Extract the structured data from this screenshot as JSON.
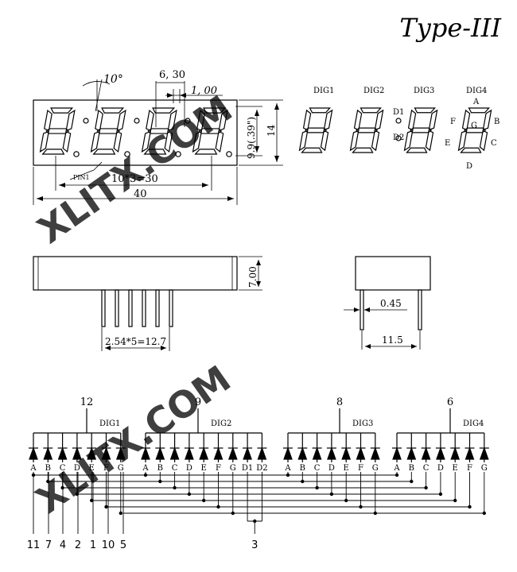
{
  "title": "Type-III",
  "watermark": "XLITX.COM",
  "front_view": {
    "angle": "10°",
    "dim_6_30": "6, 30",
    "dim_1_00": "1, 00",
    "dim_9_9": "9.9(.39\")",
    "dim_14": "14",
    "pin1": "PIN1",
    "pitch": "10*3=30",
    "width": "40"
  },
  "segment_view": {
    "digits": [
      "DIG1",
      "DIG2",
      "DIG3",
      "DIG4"
    ],
    "dot_labels": [
      "D1",
      "D2"
    ],
    "segments": [
      "A",
      "B",
      "C",
      "D",
      "E",
      "F",
      "G"
    ]
  },
  "side_view": {
    "height": "7.00",
    "pin_span": "2.54*5=12.7"
  },
  "end_view": {
    "pin_width": "0.45",
    "depth": "11.5"
  },
  "schematic": {
    "common_pins": [
      "12",
      "9",
      "8",
      "6"
    ],
    "digit_labels": [
      "DIG1",
      "DIG2",
      "DIG3",
      "DIG4"
    ],
    "group_labels": [
      [
        "A",
        "B",
        "C",
        "D",
        "E",
        "F",
        "G"
      ],
      [
        "A",
        "B",
        "C",
        "D",
        "E",
        "F",
        "G",
        "D1",
        "D2"
      ],
      [
        "A",
        "B",
        "C",
        "D",
        "E",
        "F",
        "G"
      ],
      [
        "A",
        "B",
        "C",
        "D",
        "E",
        "F",
        "G"
      ]
    ],
    "bottom_pins": [
      "11",
      "7",
      "4",
      "2",
      "1",
      "10",
      "5"
    ],
    "dp_pin": "3"
  },
  "colors": {
    "line": "#000000",
    "watermark": "#7fe6f0",
    "accent": "#1aa3a8"
  }
}
